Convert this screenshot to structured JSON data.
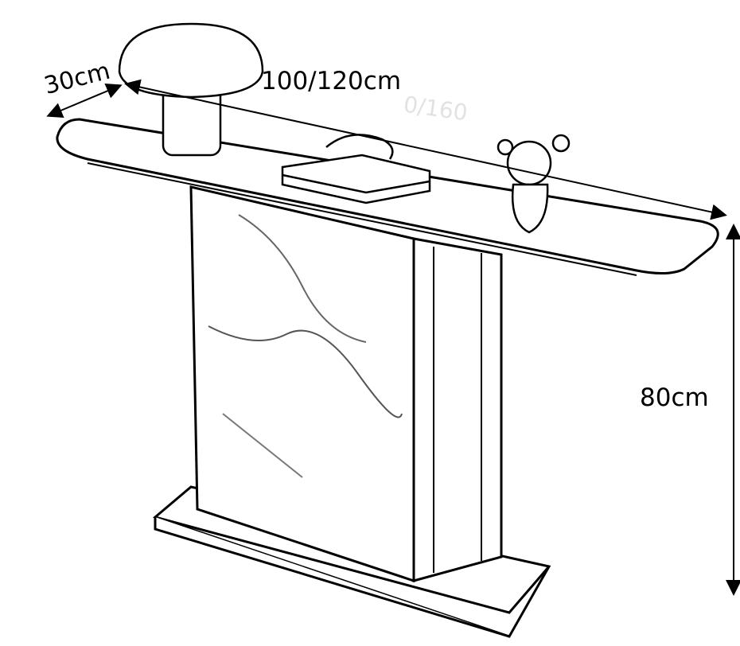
{
  "dimensions": {
    "depth": "30cm",
    "width": "100/120cm",
    "width_ghost": "0/160",
    "height": "80cm"
  },
  "colors": {
    "line": "#000000",
    "background": "#ffffff",
    "ghost_text": "#e2e2e2"
  }
}
